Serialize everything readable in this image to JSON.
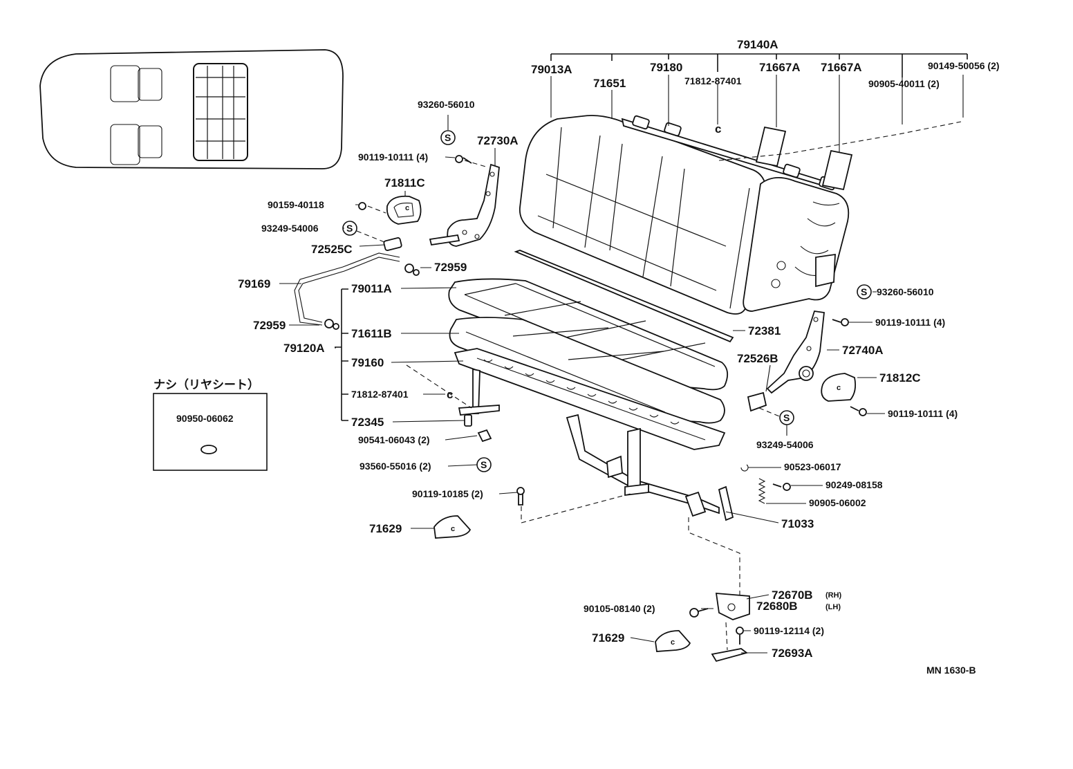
{
  "figure_code": "MN 1630-B",
  "inset": {
    "title": "ナシ（リヤシート）",
    "part": "90950-06062"
  },
  "symbol_s": "S",
  "labels": {
    "assy": "79140A",
    "backrest_cover": "79013A",
    "backrest_pad": "71651",
    "backrest_rod": "79180",
    "clip_top": "71812-87401",
    "headrest_1": "71667A",
    "headrest_2": "71667A",
    "bolt_top_right": "90149-50056 (2)",
    "washer_top_right": "90905-40011 (2)",
    "screw_left_top": "93260-56010",
    "hinge_left": "72730A",
    "bolt_left_hinge": "90119-10111 (4)",
    "cover_left": "71811C",
    "screw_cover_left": "90159-40118",
    "screw_s_left": "93249-54006",
    "knob_left": "72525C",
    "bushing_upper": "72959",
    "release_rod": "79169",
    "bushing_lower": "72959",
    "cushion_assy": "79120A",
    "cushion_cover": "79011A",
    "cushion_pad": "71611B",
    "cushion_frame": "79160",
    "clip_cushion": "71812-87401",
    "stopper": "72345",
    "nut": "90541-06043 (2)",
    "screw_s_lower": "93560-55016 (2)",
    "bolt_leg": "90119-10185 (2)",
    "foot_cover_1": "71629",
    "rear_rod": "72381",
    "screw_right_top": "93260-56010",
    "bolt_right_hinge": "90119-10111 (4)",
    "hinge_right": "72740A",
    "knob_right": "72526B",
    "cover_right": "71812C",
    "bolt_right_cover": "90119-10111 (4)",
    "screw_s_right": "93249-54006",
    "clip_spring": "90523-06017",
    "pin": "90249-08158",
    "spring": "90905-06002",
    "leg_frame": "71033",
    "lock_rh": "72670B",
    "lock_rh_side": "(RH)",
    "lock_lh": "72680B",
    "lock_lh_side": "(LH)",
    "bolt_lock": "90105-08140 (2)",
    "bolt_striker": "90119-12114 (2)",
    "foot_cover_2": "71629",
    "striker": "72693A"
  }
}
